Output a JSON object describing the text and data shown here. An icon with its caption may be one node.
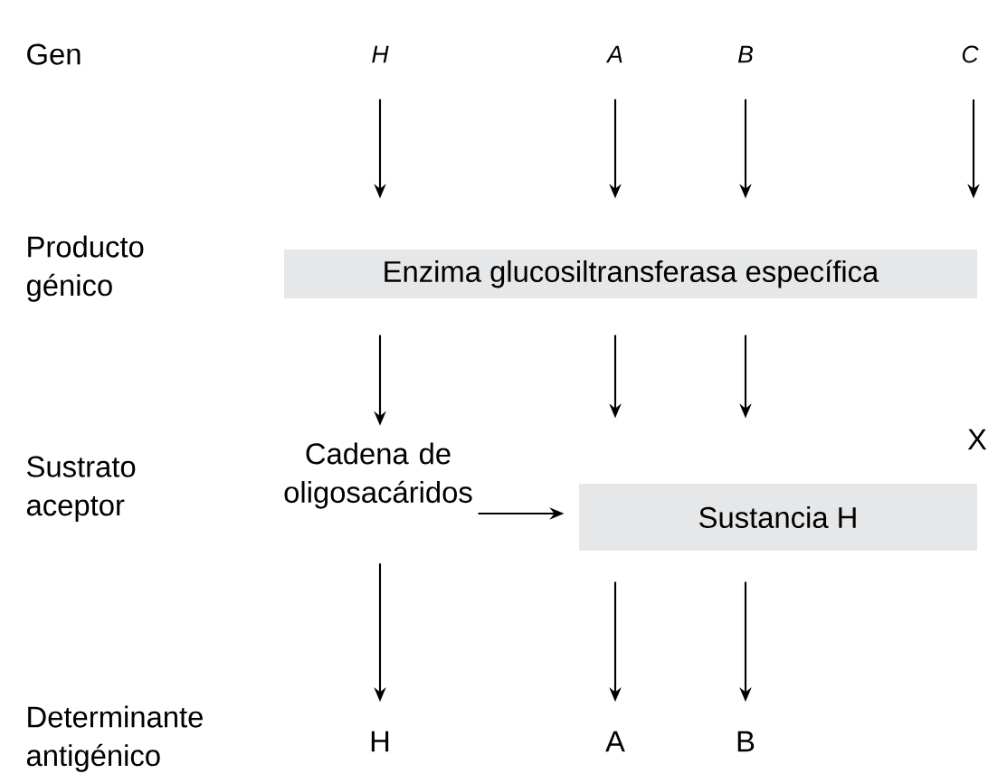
{
  "diagram": {
    "nodes": [
      {
        "text": [
          "H"
        ]
      },
      {
        "text": [
          "A"
        ]
      },
      {
        "text": [
          "B"
        ]
      },
      {
        "text": [
          "C"
        ]
      },
      {
        "text": [
          "Enzima glucosiltransferasa específica"
        ]
      },
      {
        "text": [
          "Cadena de oligosacáridos"
        ]
      },
      {
        "text": [
          "Sustancia H"
        ]
      },
      {
        "text": [
          "H"
        ]
      },
      {
        "text": [
          "A"
        ]
      },
      {
        "text": [
          "B"
        ]
      }
    ],
    "edges": [
      {
        "from": 0,
        "to": 4,
        "arrow": "to"
      },
      {
        "from": 1,
        "to": 4,
        "arrow": "to"
      },
      {
        "from": 2,
        "to": 4,
        "arrow": "to"
      },
      {
        "from": 3,
        "to": 4,
        "arrow": "to"
      },
      {
        "from": 4,
        "to": 5,
        "arrow": "to"
      },
      {
        "from": 4,
        "to": 6,
        "arrow": "to"
      },
      {
        "from": 4,
        "to": 6,
        "arrow": "to"
      },
      {
        "from": 5,
        "to": 6,
        "arrow": "to"
      },
      {
        "from": 5,
        "to": 7,
        "arrow": "to"
      },
      {
        "from": 6,
        "to": 8,
        "arrow": "to"
      },
      {
        "from": 6,
        "to": 9,
        "arrow": "to"
      }
    ],
    "labels": [
      "Gen",
      "Producto génico",
      "Sustrato aceptor",
      "X",
      "Determinante antigénico"
    ]
  }
}
